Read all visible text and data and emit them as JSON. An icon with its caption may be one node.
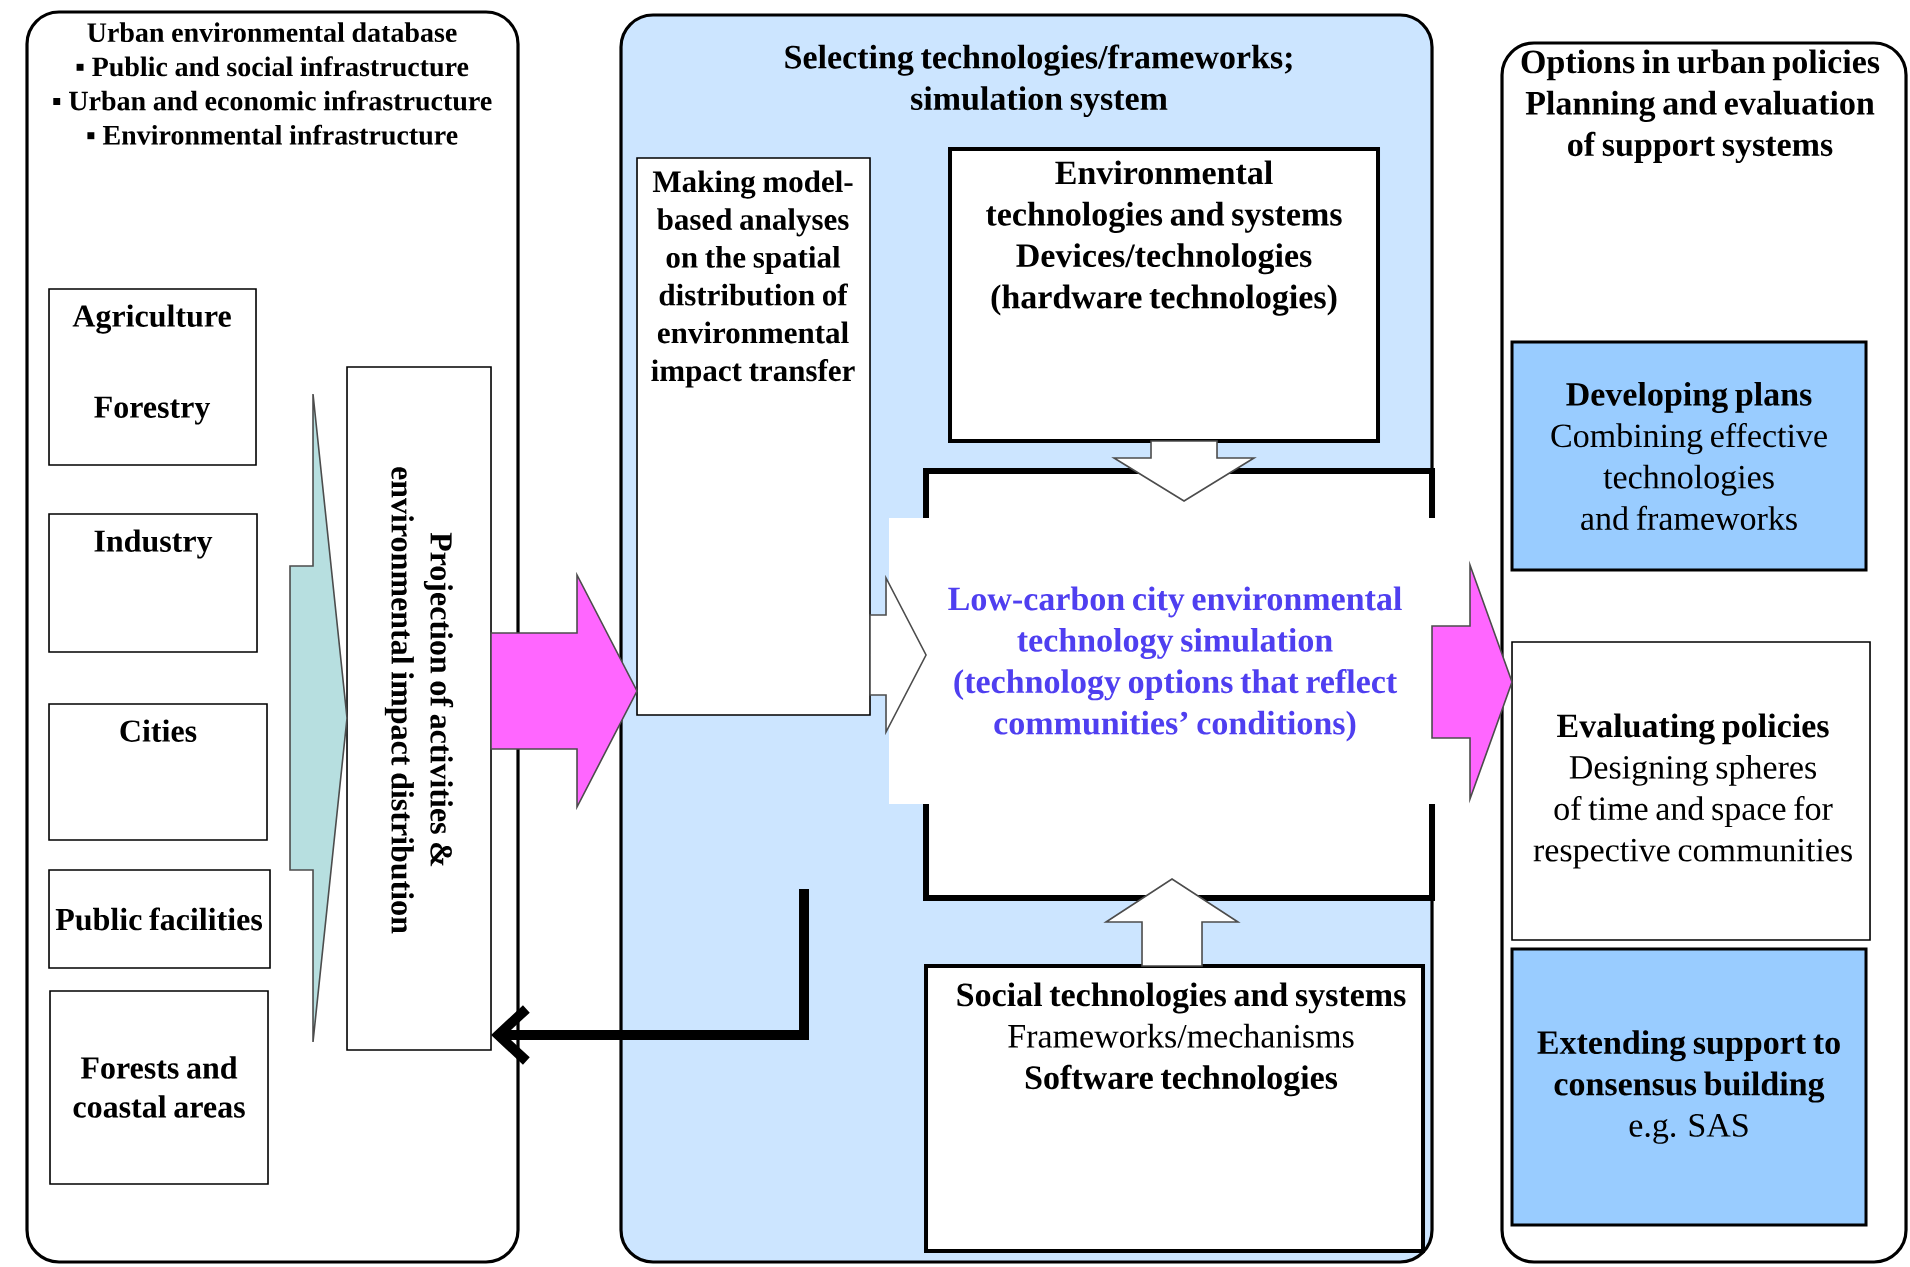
{
  "diagram": {
    "nodes": [
      {
        "text": [
          "Urban environmental database",
          "▪ Public and social infrastructure",
          "▪ Urban and economic infrastructure",
          "▪ Environmental infrastructure"
        ]
      },
      {
        "text": [
          "Agriculture",
          "Forestry"
        ],
        "in": 0
      },
      {
        "text": [
          "Industry"
        ],
        "in": 0
      },
      {
        "text": [
          "Cities"
        ],
        "in": 0
      },
      {
        "text": [
          "Public facilities"
        ],
        "in": 0
      },
      {
        "text": [
          "Forests and coastal areas"
        ],
        "in": 0
      },
      {
        "text": [
          "Projection of activities & environmental impact distribution"
        ],
        "in": 0
      },
      {
        "text": [
          "Selecting technologies/frameworks; simulation system"
        ]
      },
      {
        "text": [
          "Making model-based analyses on the spatial distribution of environmental impact transfer"
        ],
        "in": 7
      },
      {
        "text": [
          "Environmental technologies and systems",
          "Devices/technologies (hardware technologies)"
        ],
        "in": 7
      },
      {
        "text": [
          "Low-carbon city environmental technology simulation (technology options that reflect communities’ conditions)"
        ],
        "in": 7
      },
      {
        "text": [
          "Social technologies and systems",
          "Frameworks/mechanisms",
          "Software technologies"
        ],
        "in": 7
      },
      {
        "text": [
          "Options in urban policies",
          "Planning and evaluation of support systems"
        ]
      },
      {
        "text": [
          "Developing plans",
          "Combining effective technologies and frameworks"
        ],
        "in": 12
      },
      {
        "text": [
          "Evaluating policies",
          "Designing spheres of time and space for respective communities"
        ],
        "in": 12
      },
      {
        "text": [
          "Extending support to consensus building",
          "e.g. SAS"
        ],
        "in": 12
      }
    ],
    "edges": [
      {
        "from": null,
        "to": 6,
        "arrow": "to",
        "color": "#b7dfe0"
      },
      {
        "from": 6,
        "to": 8,
        "arrow": "to",
        "color": "#ff66ff"
      },
      {
        "from": 8,
        "to": 10,
        "arrow": "to"
      },
      {
        "from": 9,
        "to": 10,
        "arrow": "to"
      },
      {
        "from": 11,
        "to": 10,
        "arrow": "to"
      },
      {
        "from": 10,
        "to": 14,
        "arrow": "to",
        "color": "#ff66ff"
      },
      {
        "from": null,
        "to": 6,
        "arrow": "to"
      }
    ]
  }
}
